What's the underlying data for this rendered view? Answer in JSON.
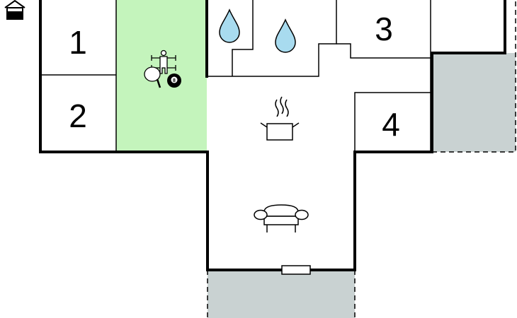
{
  "rooms": [
    {
      "number": "1"
    },
    {
      "number": "2"
    },
    {
      "number": "3"
    },
    {
      "number": "4"
    }
  ],
  "icons": [
    "house-entrance-icon",
    "game-room-icon",
    "bathroom-water-drop-icon",
    "kitchen-pot-icon",
    "living-room-sofa-icon"
  ],
  "colors": {
    "wall": "#000000",
    "game_room_fill": "#c4f4bc",
    "terrace_fill": "#c9d2d2",
    "water_drop": "#a8dbef",
    "background": "#ffffff"
  }
}
